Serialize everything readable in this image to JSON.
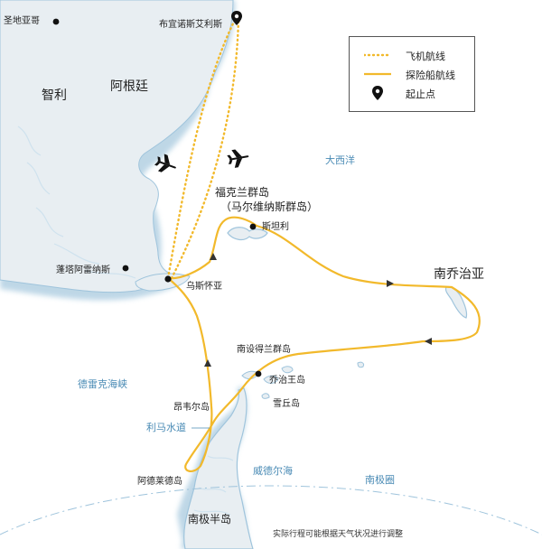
{
  "legend": {
    "flight": "飞机航线",
    "ship": "探险船航线",
    "start_end": "起止点"
  },
  "labels": {
    "santiago": "圣地亚哥",
    "buenos_aires": "布宜诺斯艾利斯",
    "chile": "智利",
    "argentina": "阿根廷",
    "atlantic": "大西洋",
    "falklands_1": "福克兰群岛",
    "falklands_2": "（马尔维纳斯群岛）",
    "stanley": "斯坦利",
    "punta_arenas": "蓬塔阿雷纳斯",
    "ushuaia": "乌斯怀亚",
    "south_georgia": "南乔治亚",
    "south_shetland": "南设得兰群岛",
    "king_george": "乔治王岛",
    "deception": "雪丘岛",
    "drake": "德雷克海峡",
    "cuverville": "昂韦尔岛",
    "lemaire": "利马水道",
    "weddell": "威德尔海",
    "adelaide": "阿德莱德岛",
    "antarctic_circle": "南极圈",
    "antarctic_peninsula": "南极半岛",
    "note": "实际行程可能根据天气状况进行调整"
  },
  "colors": {
    "route": "#f2b92b",
    "land": "#e8eef2",
    "coast": "#b7d3e4",
    "sea_text": "#4a8bb5",
    "circle": "#9fc4dc"
  },
  "icons": [
    "plane-icon",
    "location-pin-icon",
    "city-dot-icon"
  ]
}
